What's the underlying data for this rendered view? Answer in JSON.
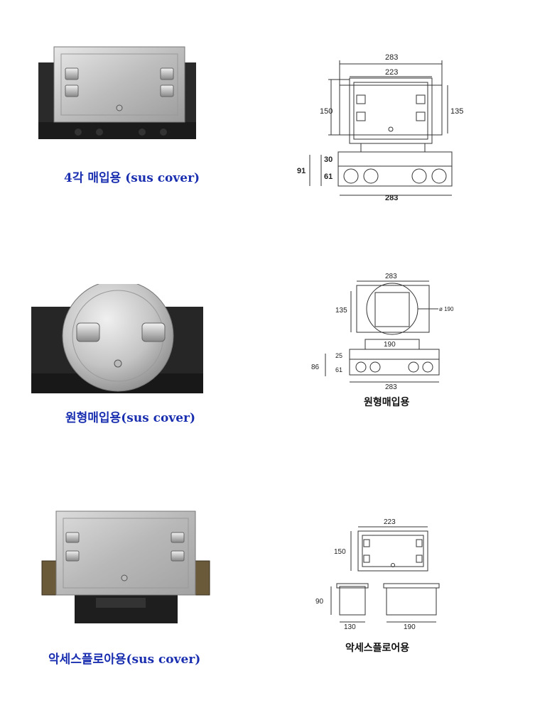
{
  "products": [
    {
      "caption": "4각 매입용 (sus cover)",
      "top_dims": {
        "outer_width": "283",
        "inner_width": "223",
        "left_height": "150",
        "right_height": "135"
      },
      "side_dims": {
        "upper": "30",
        "total": "91",
        "lower": "61",
        "width": "283"
      }
    },
    {
      "caption": "원형매입용(sus cover)",
      "drawing_label": "원형매입용",
      "top_dims": {
        "outer_width": "283",
        "height": "135",
        "diameter": "ø 190"
      },
      "side_dims": {
        "width_top": "190",
        "upper": "25",
        "total": "86",
        "lower": "61",
        "width": "283"
      }
    },
    {
      "caption": "악세스플로아용(sus cover)",
      "drawing_label": "악세스플로어용",
      "top_dims": {
        "inner_width": "223",
        "height": "150"
      },
      "side_dims": {
        "height": "90",
        "width_small": "130",
        "width_large": "190"
      }
    }
  ]
}
